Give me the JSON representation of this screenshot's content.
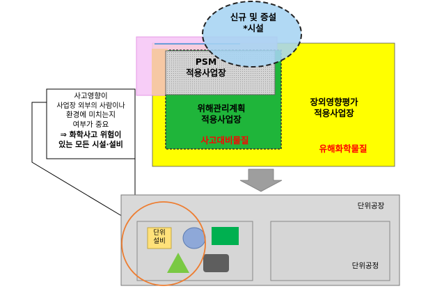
{
  "top_diagram": {
    "new_facility_label": "신규 및 증설\n*시설",
    "psm_label": "PSM\n적용사업장",
    "hazard_plan_label": "위해관리계획\n적용사업장",
    "accident_substance_label": "사고대비물질",
    "offsite_label": "장외영향평가\n적용사업장",
    "hazardous_chemical_label": "유해화학물질"
  },
  "callout": {
    "line1": "사고영향이",
    "line2": "사업장 외부의 사람이나",
    "line3": "환경에 미치는지",
    "line4": "여부가 중요",
    "emph1": "⇒ 화학사고 위험이",
    "emph2": "있는 모든 시설·설비"
  },
  "bottom_diagram": {
    "plant_label": "단위공장",
    "unit_equipment_label": "단위\n설비",
    "unit_process_label": "단위공정"
  },
  "colors": {
    "yellow_area": "#ffff00",
    "green_area": "#1fb53a",
    "pink_area": "#f5b8f5",
    "blue_ellipse": "#a6d4f2",
    "red_text": "#ff0000",
    "orange_circle": "#ed7d31"
  }
}
